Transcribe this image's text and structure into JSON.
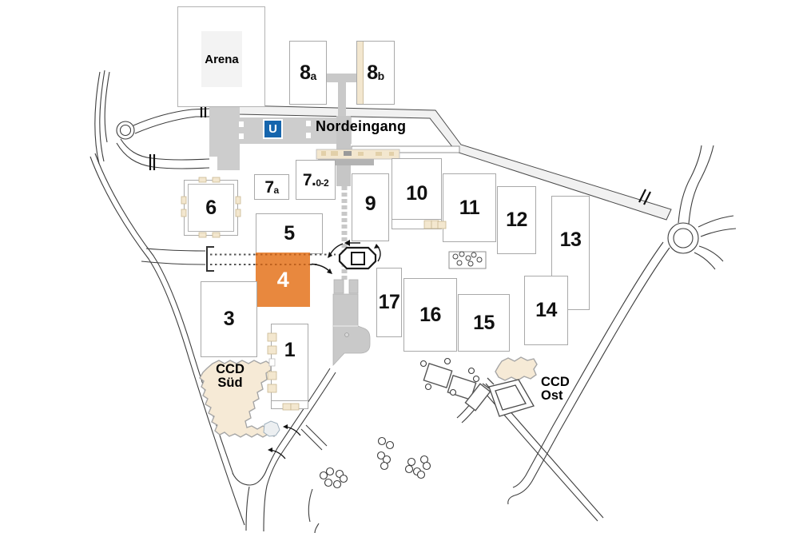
{
  "map": {
    "entrance": {
      "label": "Nordeingang"
    },
    "transit": {
      "ubahn_symbol": "U"
    },
    "highlighted_hall": "4",
    "colors": {
      "highlight_orange": "#E8883E",
      "ubahn_blue": "#1565AD",
      "building_beige": "#F6EAD6",
      "building_gray": "#CDCDCD"
    },
    "halls": {
      "h1": {
        "label": "1"
      },
      "h3": {
        "label": "3"
      },
      "h4": {
        "label": "4"
      },
      "h5": {
        "label": "5"
      },
      "h6": {
        "label": "6"
      },
      "h7a": {
        "label": "7",
        "sub": "a"
      },
      "h702": {
        "label": "7.",
        "sub": "0-2"
      },
      "h8a": {
        "label": "8",
        "sub": "a"
      },
      "h8b": {
        "label": "8",
        "sub": "b"
      },
      "h9": {
        "label": "9"
      },
      "h10": {
        "label": "10"
      },
      "h11": {
        "label": "11"
      },
      "h12": {
        "label": "12"
      },
      "h13": {
        "label": "13"
      },
      "h14": {
        "label": "14"
      },
      "h15": {
        "label": "15"
      },
      "h16": {
        "label": "16"
      },
      "h17": {
        "label": "17"
      }
    },
    "areas": {
      "arena": {
        "label": "Arena"
      },
      "ccd_sued": {
        "line1": "CCD",
        "line2": "Süd"
      },
      "ccd_ost": {
        "line1": "CCD",
        "line2": "Ost"
      }
    }
  }
}
